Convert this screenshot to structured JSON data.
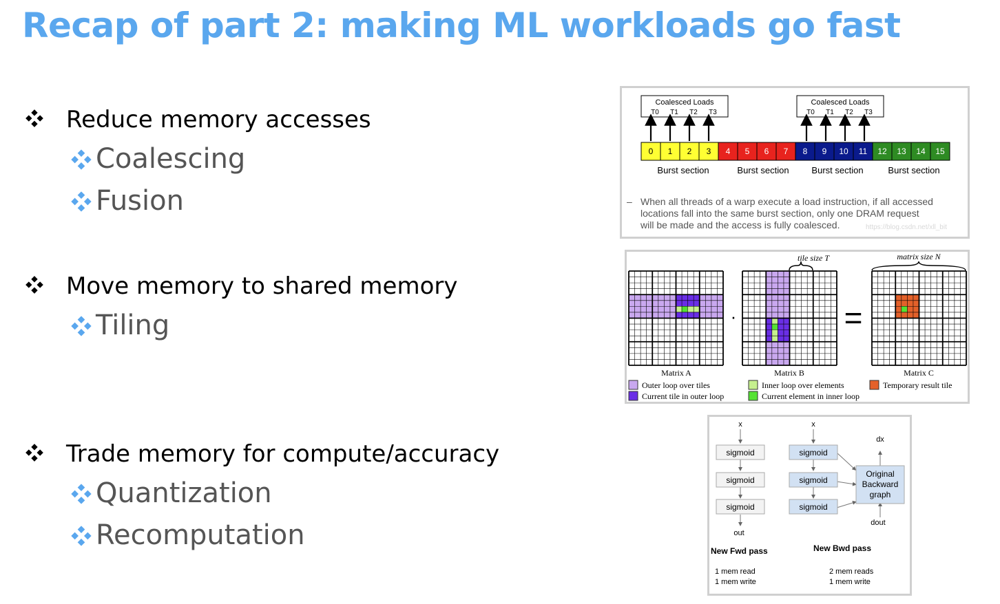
{
  "slide": {
    "title": "Recap of part 2: making ML workloads go fast"
  },
  "bullets": [
    {
      "text": "Reduce memory accesses",
      "subitems": [
        "Coalescing",
        "Fusion"
      ]
    },
    {
      "text": "Move memory to shared memory",
      "subitems": [
        "Tiling"
      ]
    },
    {
      "text": "Trade memory for compute/accuracy",
      "subitems": [
        "Quantization",
        "Recomputation"
      ]
    }
  ],
  "coalescing_figure": {
    "load_box_label": "Coalesced Loads",
    "threads": [
      "T0",
      "T1",
      "T2",
      "T3"
    ],
    "cells": [
      "0",
      "1",
      "2",
      "3",
      "4",
      "5",
      "6",
      "7",
      "8",
      "9",
      "10",
      "11",
      "12",
      "13",
      "14",
      "15"
    ],
    "section_colors": [
      "#ffff33",
      "#e8231e",
      "#0a1a8c",
      "#2e8b23"
    ],
    "section_label": "Burst section",
    "caption_dash": "–",
    "caption_lines": [
      "When all threads of a warp execute a load instruction, if all accessed",
      "locations fall into the same burst section, only one DRAM request",
      "will be made and the access is fully coalesced."
    ],
    "watermark": "https://blog.csdn.net/xll_bit"
  },
  "tiling_figure": {
    "tile_size_label": "tile size T",
    "matrix_size_label": "matrix size N",
    "dot": "·",
    "equals": "=",
    "matrix_labels": [
      "Matrix A",
      "Matrix B",
      "Matrix C"
    ],
    "legend": {
      "outer_loop": "Outer loop over tiles",
      "current_tile": "Current tile in outer loop",
      "inner_loop": "Inner loop over elements",
      "current_element": "Current element in inner loop",
      "temp_result": "Temporary result tile"
    },
    "colors": {
      "outer": "#c9a8ef",
      "current_tile": "#6a2ee6",
      "inner": "#c6f08e",
      "current_element": "#55e233",
      "temp": "#e4612a"
    }
  },
  "recompute_figure": {
    "x_label": "x",
    "dx_label": "dx",
    "dout_label": "dout",
    "out_label": "out",
    "node_label": "sigmoid",
    "graph_lines": [
      "Original",
      "Backward",
      "graph"
    ],
    "fwd_title": "New Fwd pass",
    "bwd_title": "New Bwd pass",
    "fwd_stats": [
      "1 mem read",
      "1 mem write"
    ],
    "bwd_stats": [
      "2 mem reads",
      "1 mem write"
    ]
  }
}
